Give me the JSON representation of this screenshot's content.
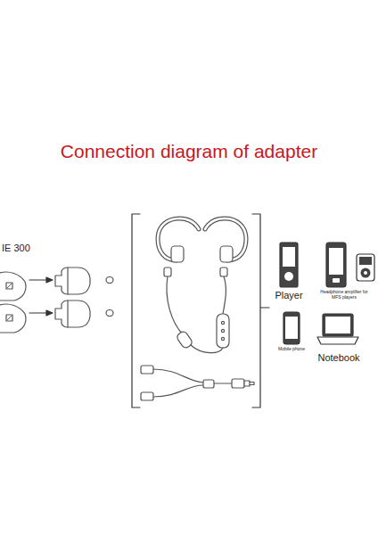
{
  "diagram": {
    "title": "Connection diagram of adapter",
    "labels": [
      "IE 300",
      "Player",
      "Headphone amplifier for MFS players",
      "Mobile phone",
      "Notebook"
    ]
  }
}
